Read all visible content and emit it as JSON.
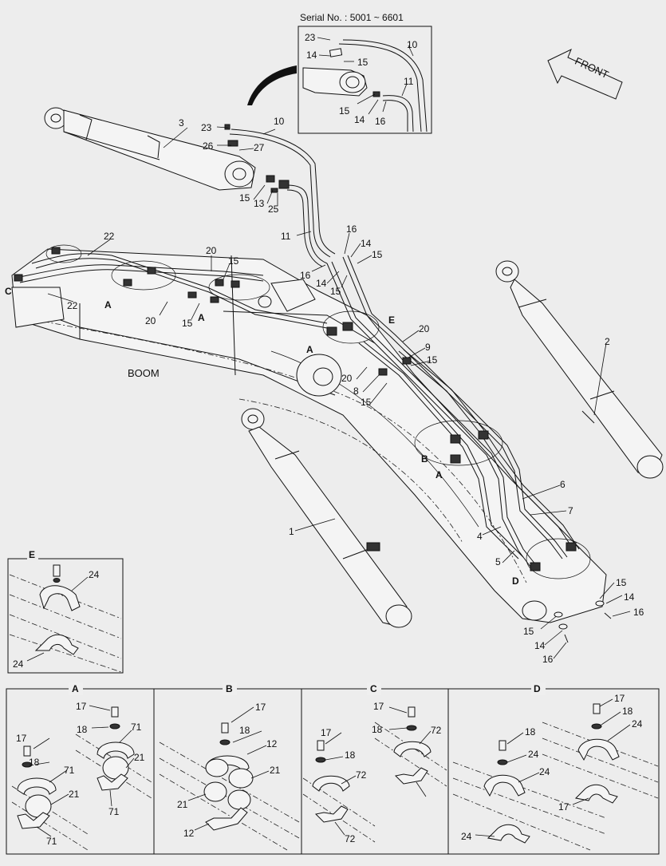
{
  "header": {
    "serial_label": "Serial No. : 5001 ~ 6601",
    "front_label": "FRONT",
    "boom_label": "BOOM"
  },
  "callouts": [
    {
      "id": "c23a",
      "text": "23"
    },
    {
      "id": "c10a",
      "text": "10"
    },
    {
      "id": "c14a",
      "text": "14"
    },
    {
      "id": "c15a",
      "text": "15"
    },
    {
      "id": "c11a",
      "text": "11"
    },
    {
      "id": "c15b",
      "text": "15"
    },
    {
      "id": "c14b",
      "text": "14"
    },
    {
      "id": "c16a",
      "text": "16"
    },
    {
      "id": "c3",
      "text": "3"
    },
    {
      "id": "c10b",
      "text": "10"
    },
    {
      "id": "c23b",
      "text": "23"
    },
    {
      "id": "c26",
      "text": "26"
    },
    {
      "id": "c27",
      "text": "27"
    },
    {
      "id": "c15c",
      "text": "15"
    },
    {
      "id": "c13",
      "text": "13"
    },
    {
      "id": "c25",
      "text": "25"
    },
    {
      "id": "c11b",
      "text": "11"
    },
    {
      "id": "c16b",
      "text": "16"
    },
    {
      "id": "c14c",
      "text": "14"
    },
    {
      "id": "c15d",
      "text": "15"
    },
    {
      "id": "c16c",
      "text": "16"
    },
    {
      "id": "c14d",
      "text": "14"
    },
    {
      "id": "c15e",
      "text": "15"
    },
    {
      "id": "c22a",
      "text": "22"
    },
    {
      "id": "c22b",
      "text": "22"
    },
    {
      "id": "c20a",
      "text": "20"
    },
    {
      "id": "c15f",
      "text": "15"
    },
    {
      "id": "c20b",
      "text": "20"
    },
    {
      "id": "c15g",
      "text": "15"
    },
    {
      "id": "c20c",
      "text": "20"
    },
    {
      "id": "c9",
      "text": "9"
    },
    {
      "id": "c15h",
      "text": "15"
    },
    {
      "id": "c20d",
      "text": "20"
    },
    {
      "id": "c8",
      "text": "8"
    },
    {
      "id": "c15i",
      "text": "15"
    },
    {
      "id": "c2",
      "text": "2"
    },
    {
      "id": "c1",
      "text": "1"
    },
    {
      "id": "c6",
      "text": "6"
    },
    {
      "id": "c7",
      "text": "7"
    },
    {
      "id": "c4",
      "text": "4"
    },
    {
      "id": "c5",
      "text": "5"
    },
    {
      "id": "c15j",
      "text": "15"
    },
    {
      "id": "c14e",
      "text": "14"
    },
    {
      "id": "c16d",
      "text": "16"
    },
    {
      "id": "c15k",
      "text": "15"
    },
    {
      "id": "c14f",
      "text": "14"
    },
    {
      "id": "c16e",
      "text": "16"
    }
  ],
  "view_letters": [
    {
      "id": "vC",
      "text": "C"
    },
    {
      "id": "vA1",
      "text": "A"
    },
    {
      "id": "vA2",
      "text": "A"
    },
    {
      "id": "vA3",
      "text": "A"
    },
    {
      "id": "vE",
      "text": "E"
    },
    {
      "id": "vB",
      "text": "B"
    },
    {
      "id": "vA4",
      "text": "A"
    },
    {
      "id": "vD",
      "text": "D"
    }
  ],
  "detail_e": {
    "title": "E",
    "labels": [
      "24",
      "24"
    ]
  },
  "details": [
    {
      "title": "A",
      "labels": [
        "17",
        "18",
        "71",
        "17",
        "18",
        "21",
        "71",
        "21",
        "71",
        "71"
      ]
    },
    {
      "title": "B",
      "labels": [
        "17",
        "18",
        "12",
        "21",
        "21",
        "12"
      ]
    },
    {
      "title": "C",
      "labels": [
        "17",
        "18",
        "72",
        "17",
        "18",
        "72",
        "72"
      ]
    },
    {
      "title": "D",
      "labels": [
        "17",
        "18",
        "24",
        "17",
        "18",
        "24",
        "24",
        "24"
      ]
    }
  ]
}
